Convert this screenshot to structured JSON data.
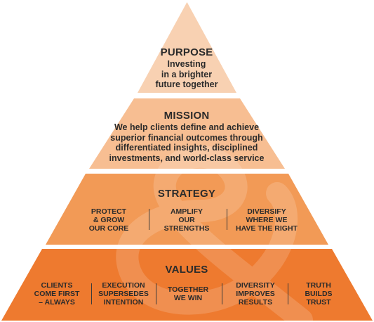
{
  "tiers": {
    "purpose": {
      "title": "PURPOSE",
      "text": "Investing\nin a brighter\nfuture together",
      "color": "#f8d1b2"
    },
    "mission": {
      "title": "MISSION",
      "text": "We help clients define and achieve\nsuperior financial outcomes through\ndifferentiated insights, disciplined\ninvestments, and world-class service",
      "color": "#f7be92"
    },
    "strategy": {
      "title": "STRATEGY",
      "items": [
        "PROTECT\n& GROW\nOUR CORE",
        "AMPLIFY\nOUR\nSTRENGTHS",
        "DIVERSIFY\nWHERE WE\nHAVE THE RIGHT"
      ],
      "color": "#f29a56"
    },
    "values": {
      "title": "VALUES",
      "items": [
        "CLIENTS\nCOME FIRST\n– ALWAYS",
        "EXECUTION\nSUPERSEDES\nINTENTION",
        "TOGETHER\nWE WIN",
        "DIVERSITY\nIMPROVES\nRESULTS",
        "TRUTH\nBUILDS\nTRUST"
      ],
      "color": "#ee7a2f"
    }
  }
}
